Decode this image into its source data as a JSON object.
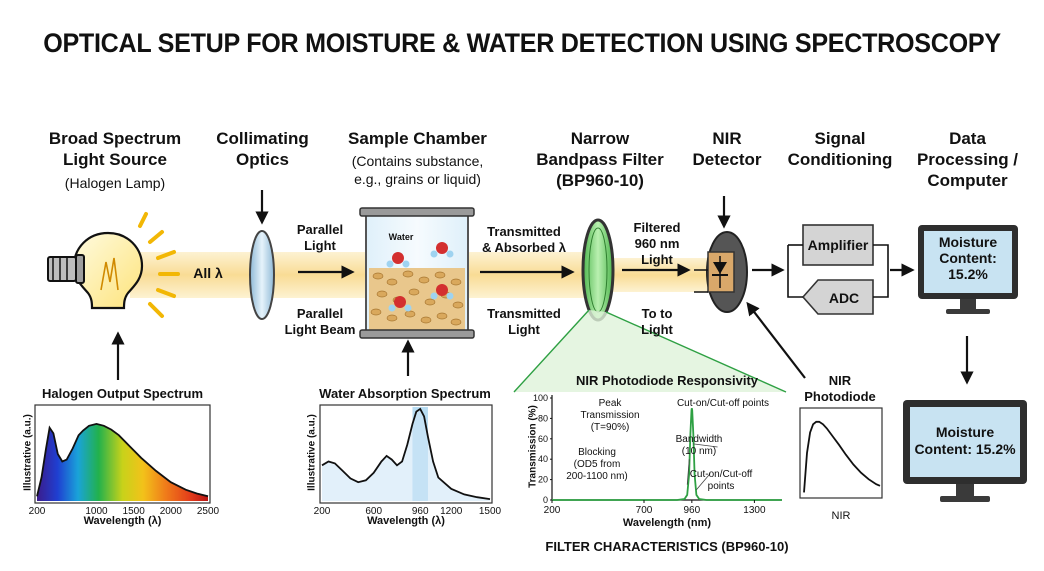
{
  "title": "OPTICAL SETUP FOR MOISTURE & WATER DETECTION USING SPECTROSCOPY",
  "stages": {
    "source": {
      "title_line1": "Broad Spectrum",
      "title_line2": "Light Source",
      "subtitle": "(Halogen Lamp)"
    },
    "collimator": {
      "title_line1": "Collimating",
      "title_line2": "Optics"
    },
    "sample": {
      "title": "Sample Chamber",
      "subtitle_line1": "(Contains substance,",
      "subtitle_line2": "e.g., grains or liquid)"
    },
    "filter": {
      "title_line1": "Narrow",
      "title_line2": "Bandpass Filter",
      "title_line3": "(BP960-10)"
    },
    "detector": {
      "title_line1": "NIR",
      "title_line2": "Detector"
    },
    "conditioning": {
      "title_line1": "Signal",
      "title_line2": "Conditioning",
      "amplifier": "Amplifier",
      "adc": "ADC"
    },
    "computer": {
      "title_line1": "Data",
      "title_line2": "Processing /",
      "title_line3": "Computer",
      "screen_line1": "Moisture",
      "screen_line2": "Content:",
      "screen_line3": "15.2%"
    },
    "computer2": {
      "screen_line1": "Moisture",
      "screen_line2": "Content: 15.2%"
    }
  },
  "beam_labels": {
    "all": "All λ",
    "parallel_1": "Parallel",
    "parallel_2": "Light",
    "beam_1": "Parallel",
    "beam_2": "Light Beam",
    "ta_1": "Transmitted",
    "ta_2": "& Absorbed λ",
    "tr_1": "Transmitted",
    "tr_2": "Light",
    "filtered_1": "Filtered",
    "filtered_2": "960 nm",
    "filtered_3": "Light",
    "toto_1": "To to",
    "toto_2": "Light",
    "water": "Water",
    "nir_photodiode_1": "NIR",
    "nir_photodiode_2": "Photodiode"
  },
  "colors": {
    "beam": "#fbe7b3",
    "filter_green": "#6fcf6f",
    "curve_green": "#2ea043",
    "screen_blue": "#c8e3f2",
    "band_blue": "#9fd0ee",
    "box_gray": "#d4d4d4"
  },
  "chart_data": [
    {
      "type": "area",
      "title": "Halogen Output Spectrum",
      "xlabel": "Wavelength (λ)",
      "ylabel": "Illustrative (a.u.)",
      "xlim": [
        200,
        2500
      ],
      "ylim": [
        0,
        1
      ],
      "x_ticks": [
        "200",
        "1000",
        "1500",
        "2000",
        "2500"
      ],
      "fill": "rainbow",
      "x": [
        200,
        260,
        320,
        370,
        420,
        480,
        540,
        600,
        680,
        760,
        820,
        900,
        1000,
        1100,
        1200,
        1300,
        1450,
        1600,
        1800,
        2000,
        2200,
        2350,
        2500
      ],
      "y": [
        0.05,
        0.25,
        0.55,
        0.78,
        0.72,
        0.5,
        0.42,
        0.44,
        0.56,
        0.7,
        0.75,
        0.8,
        0.82,
        0.8,
        0.76,
        0.7,
        0.58,
        0.46,
        0.32,
        0.2,
        0.12,
        0.08,
        0.05
      ]
    },
    {
      "type": "area",
      "title": "Water Absorption Spectrum",
      "xlabel": "Wavelength (λ)",
      "ylabel": "Illustrative (a.u.)",
      "xlim": [
        200,
        1500
      ],
      "ylim": [
        0,
        1
      ],
      "x_ticks": [
        "200",
        "600",
        "960",
        "1200",
        "1500"
      ],
      "highlight_band": [
        900,
        1020
      ],
      "x": [
        200,
        250,
        300,
        360,
        420,
        480,
        540,
        600,
        660,
        700,
        740,
        780,
        820,
        860,
        900,
        930,
        960,
        990,
        1020,
        1060,
        1100,
        1200,
        1300,
        1400,
        1500
      ],
      "y": [
        0.38,
        0.42,
        0.4,
        0.32,
        0.24,
        0.2,
        0.22,
        0.3,
        0.42,
        0.48,
        0.44,
        0.38,
        0.42,
        0.6,
        0.82,
        0.95,
        0.98,
        0.9,
        0.68,
        0.42,
        0.25,
        0.13,
        0.07,
        0.04,
        0.02
      ]
    },
    {
      "type": "line",
      "title": "NIR Photodiode Responsivity",
      "xlabel": "Wavelength (nm)",
      "ylabel": "Transmission (%)",
      "xlim": [
        200,
        1450
      ],
      "ylim": [
        0,
        100
      ],
      "x_ticks": [
        "200",
        "700",
        "960",
        "1300"
      ],
      "y_ticks": [
        "0",
        "20",
        "40",
        "60",
        "80",
        "100"
      ],
      "x": [
        200,
        880,
        920,
        935,
        945,
        952,
        958,
        960,
        962,
        968,
        975,
        985,
        1000,
        1040,
        1450
      ],
      "y": [
        0,
        0,
        1,
        5,
        25,
        65,
        88,
        90,
        88,
        65,
        25,
        5,
        1,
        0,
        0
      ],
      "annotations": [
        {
          "line1": "Peak",
          "line2": "Transmission",
          "line3": "(T=90%)"
        },
        {
          "line1": "Cut-on/Cut-off points"
        },
        {
          "line1": "Bandwidth",
          "line2": "(10 nm)"
        },
        {
          "line1": "Blocking",
          "line2": "(OD5 from",
          "line3": "200-1100 nm)"
        },
        {
          "line1": "Cut-on/Cut-off",
          "line2": "points"
        }
      ],
      "caption": "FILTER CHARACTERISTICS (BP960-10)"
    },
    {
      "type": "line",
      "xlabel": "NIR",
      "x": [
        0,
        0.04,
        0.08,
        0.12,
        0.16,
        0.2,
        0.25,
        0.3,
        0.38,
        0.46,
        0.55,
        0.65,
        0.75,
        0.85,
        0.95,
        1.0
      ],
      "y": [
        0.02,
        0.5,
        0.75,
        0.85,
        0.88,
        0.88,
        0.85,
        0.8,
        0.7,
        0.6,
        0.48,
        0.36,
        0.26,
        0.18,
        0.12,
        0.1
      ]
    }
  ]
}
